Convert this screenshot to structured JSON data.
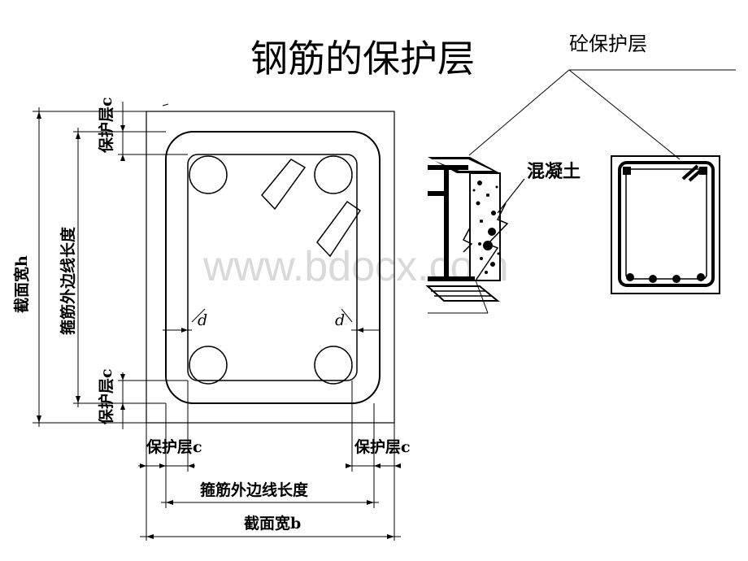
{
  "title": "钢筋的保护层",
  "callout_label": "砼保护层",
  "concrete_label": "混凝土",
  "watermark": "www.bdocx.com",
  "labels": {
    "cover_c_top": "保护层c",
    "cover_c_bottom": "保护层c",
    "cover_c_left": "保护层c",
    "cover_c_right": "保护层c",
    "section_height": "截面宽h",
    "stirrup_outer_length_vertical": "箍筋外边线长度",
    "stirrup_outer_length_horizontal": "箍筋外边线长度",
    "section_width": "截面宽b",
    "bar_diameter_left": "d",
    "bar_diameter_right": "d"
  }
}
